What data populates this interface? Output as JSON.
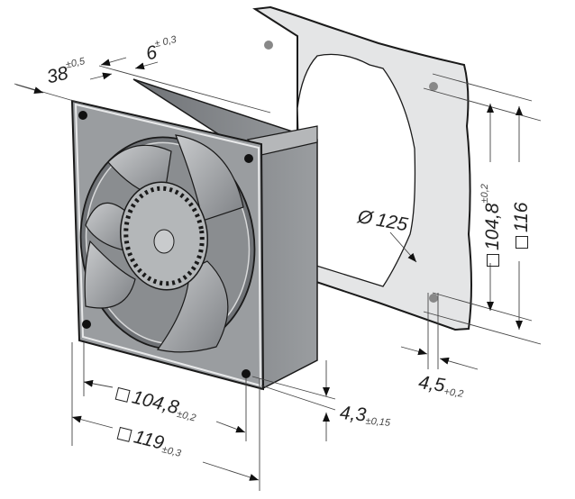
{
  "drawing": {
    "subject": "axial-fan-with-mounting-plate",
    "colors": {
      "housing": "#8e9094",
      "housing_light": "#c4c6c8",
      "blade": "#a7aaad",
      "plate": "#e4e5e6",
      "outline": "#1a1a1a",
      "dim_line": "#444444"
    }
  },
  "dimensions": {
    "depth": {
      "value": "38",
      "tolerance": "±0,5"
    },
    "flange": {
      "value": "6",
      "tolerance": "± 0,3"
    },
    "hole_spacing_vertical": {
      "symbol": "□",
      "value": "104,8",
      "tolerance": "±0,2"
    },
    "plate_height": {
      "symbol": "□",
      "value": "116"
    },
    "cutout_diameter": {
      "symbol": "Ø",
      "value": "125"
    },
    "hole_diameter": {
      "value": "4,5",
      "tolerance": "+0,2"
    },
    "hole_spacing_horizontal": {
      "symbol": "□",
      "value": "104,8",
      "tolerance": "±0,2"
    },
    "fan_width": {
      "symbol": "□",
      "value": "119",
      "tolerance": "±0,3"
    },
    "hole_offset": {
      "value": "4,3",
      "tolerance": "±0,15"
    }
  }
}
